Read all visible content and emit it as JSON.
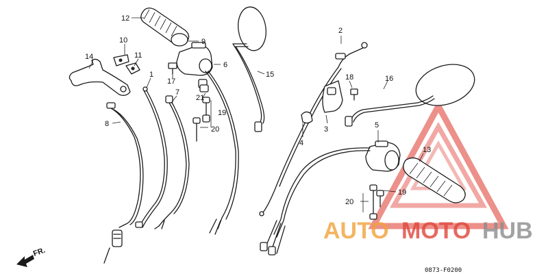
{
  "diagram": {
    "callouts": [
      {
        "id": "c1",
        "text": "1"
      },
      {
        "id": "c2",
        "text": "2"
      },
      {
        "id": "c3",
        "text": "3"
      },
      {
        "id": "c4",
        "text": "4"
      },
      {
        "id": "c5",
        "text": "5"
      },
      {
        "id": "c6",
        "text": "6"
      },
      {
        "id": "c7",
        "text": "7"
      },
      {
        "id": "c8",
        "text": "8"
      },
      {
        "id": "c9",
        "text": "9"
      },
      {
        "id": "c10",
        "text": "10"
      },
      {
        "id": "c11",
        "text": "11"
      },
      {
        "id": "c12",
        "text": "12"
      },
      {
        "id": "c13",
        "text": "13"
      },
      {
        "id": "c14",
        "text": "14"
      },
      {
        "id": "c15",
        "text": "15"
      },
      {
        "id": "c16",
        "text": "16"
      },
      {
        "id": "c17",
        "text": "17"
      },
      {
        "id": "c18",
        "text": "18"
      },
      {
        "id": "c19a",
        "text": "19"
      },
      {
        "id": "c19b",
        "text": "19"
      },
      {
        "id": "c20a",
        "text": "20"
      },
      {
        "id": "c20b",
        "text": "20"
      },
      {
        "id": "c21",
        "text": "21"
      }
    ],
    "direction_label": "FR.",
    "drawing_code": "0873-F0200"
  },
  "watermark": {
    "text_auto": "AUTO",
    "text_moto": "MOTO",
    "text_hub": "HUB",
    "color_orange": "#f2a23a",
    "color_red": "#e0463c",
    "color_gray": "#8c8c8c"
  }
}
